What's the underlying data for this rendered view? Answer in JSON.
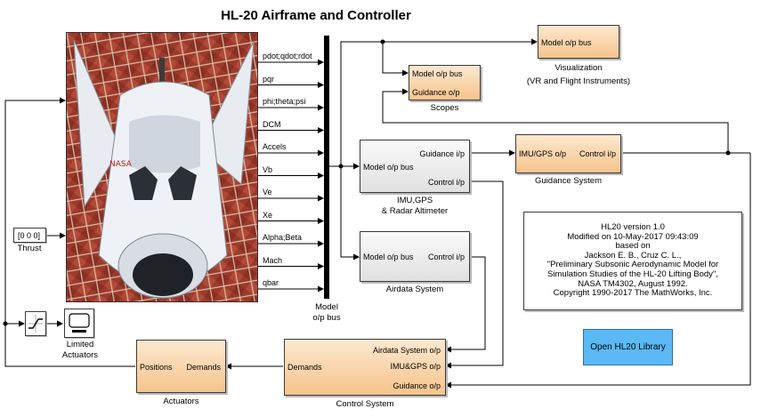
{
  "title": "HL-20 Airframe and Controller",
  "airframe": {
    "outputs": [
      "pdot;qdot;rdot",
      "pqr",
      "phi;theta;psi",
      "DCM",
      "Accels",
      "Vb",
      "Ve",
      "Xe",
      "Alpha;Beta",
      "Mach",
      "qbar"
    ]
  },
  "bus_caption_1": "Model",
  "bus_caption_2": "o/p bus",
  "visualization": {
    "port": "Model o/p  bus",
    "caption_1": "Visualization",
    "caption_2": "(VR and Flight Instruments)"
  },
  "scopes": {
    "port_1": "Model o/p bus",
    "port_2": "Guidance o/p",
    "caption": "Scopes"
  },
  "imu": {
    "in": "Model o/p bus",
    "out_1": "Guidance i/p",
    "out_2": "Control i/p",
    "caption_1": "IMU,GPS",
    "caption_2": "& Radar Altimeter"
  },
  "guidance": {
    "in": "IMU/GPS o/p",
    "out": "Control i/p",
    "caption": "Guidance System"
  },
  "airdata": {
    "in": "Model o/p bus",
    "out": "Control i/p",
    "caption": "Airdata System"
  },
  "thrust": {
    "value": "[0 0 0]",
    "caption": "Thrust"
  },
  "limited": {
    "caption_1": "Limited",
    "caption_2": "Actuators"
  },
  "actuators": {
    "in": "Positions",
    "out": "Demands",
    "caption": "Actuators"
  },
  "control": {
    "out": "Demands",
    "in_1": "Airdata System o/p",
    "in_2": "IMU&GPS o/p",
    "in_3": "Guidance o/p",
    "caption": "Control System"
  },
  "note": {
    "lines": [
      "HL20 version 1.0",
      "Modified on 10-May-2017 09:43:09",
      "based on",
      "Jackson E. B., Cruz C. L.,",
      "\"Preliminary Subsonic Aerodynamic Model for",
      "Simulation Studies of the HL-20 Lifting Body\",",
      "NASA TM4302, August 1992.",
      "Copyright 1990-2017 The MathWorks, Inc."
    ]
  },
  "library_button": "Open HL20 Library",
  "colors": {
    "block_orange": "#f6c48c",
    "block_gray": "#e0e0e0",
    "button_blue": "#5bb9f5",
    "line": "#000000"
  }
}
